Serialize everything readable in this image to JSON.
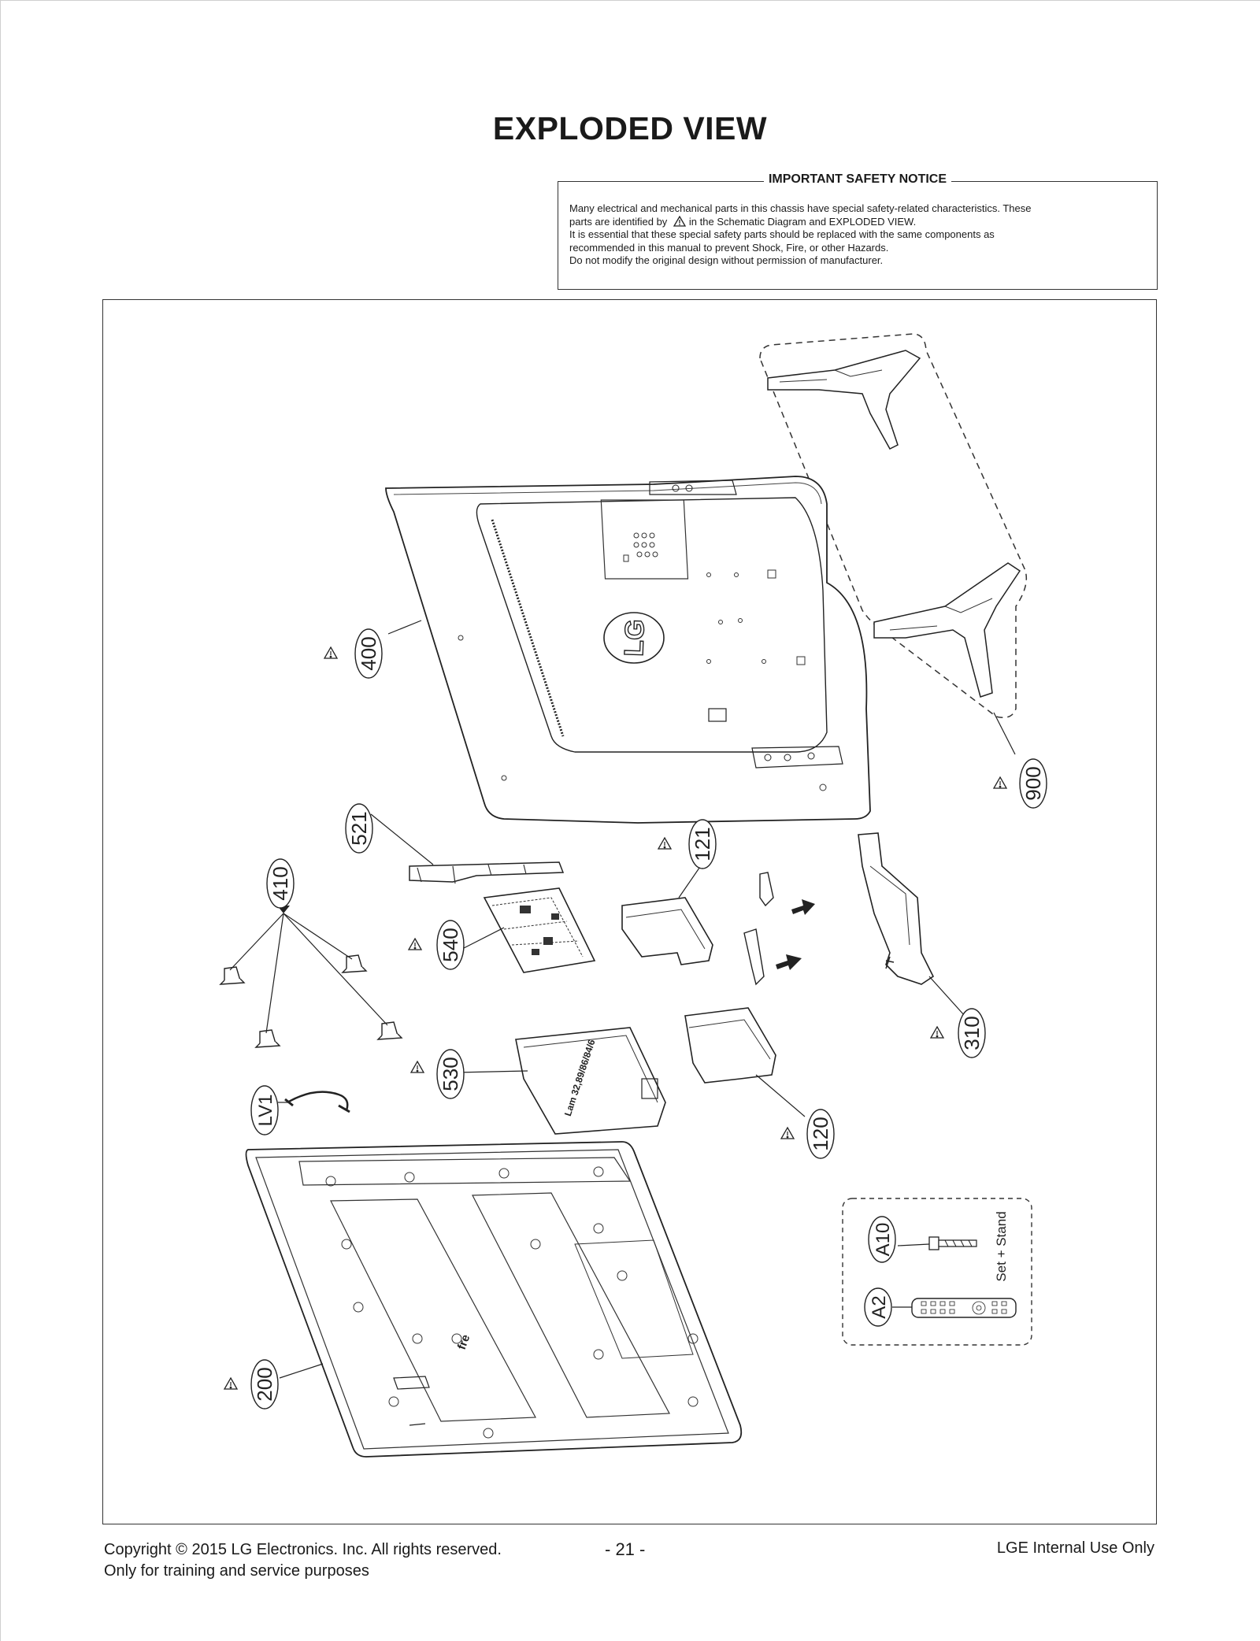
{
  "title": "EXPLODED VIEW",
  "notice": {
    "heading": "IMPORTANT SAFETY NOTICE",
    "line1": "Many electrical and mechanical parts in this chassis have special safety-related characteristics. These",
    "line2a": "parts are identified by",
    "line2b": "in the Schematic Diagram and EXPLODED VIEW.",
    "line3": "It is essential that these special safety parts should be replaced with the same components as",
    "line4": "recommended in this manual to prevent Shock, Fire, or other Hazards.",
    "line5": "Do not modify the original design without permission of manufacturer."
  },
  "parts": {
    "p400": "400",
    "p900": "900",
    "p521": "521",
    "p410": "410",
    "p121": "121",
    "p540": "540",
    "p310": "310",
    "p530": "530",
    "pLV1": "LV1",
    "p120": "120",
    "pA10": "A10",
    "pA2": "A2",
    "p200": "200"
  },
  "labels": {
    "set_stand": "Set + Stand",
    "logo": "LG",
    "psu_text": "Lam 32,89/86/84/6",
    "panel_brand": "fre"
  },
  "footer": {
    "copyright": "Copyright  © 2015 LG Electronics. Inc. All rights reserved.",
    "purpose": "Only for training and service purposes",
    "page": "- 21 -",
    "internal": "LGE Internal Use Only"
  }
}
